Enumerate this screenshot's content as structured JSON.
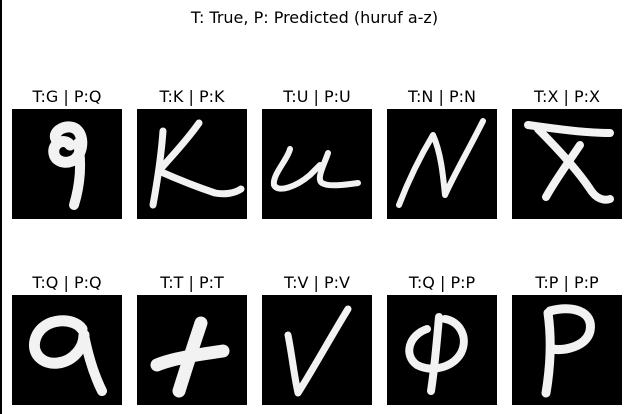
{
  "title": "T: True, P: Predicted (huruf a-z)",
  "samples": [
    {
      "label": "T:G | P:Q",
      "true": "G",
      "pred": "Q",
      "glyph": "G-as-9-icon"
    },
    {
      "label": "T:K | P:K",
      "true": "K",
      "pred": "K",
      "glyph": "K-icon"
    },
    {
      "label": "T:U | P:U",
      "true": "U",
      "pred": "U",
      "glyph": "U-icon"
    },
    {
      "label": "T:N | P:N",
      "true": "N",
      "pred": "N",
      "glyph": "N-icon"
    },
    {
      "label": "T:X | P:X",
      "true": "X",
      "pred": "X",
      "glyph": "X-icon"
    },
    {
      "label": "T:Q | P:Q",
      "true": "Q",
      "pred": "Q",
      "glyph": "Q-icon"
    },
    {
      "label": "T:T | P:T",
      "true": "T",
      "pred": "T",
      "glyph": "T-icon"
    },
    {
      "label": "T:V | P:V",
      "true": "V",
      "pred": "V",
      "glyph": "V-icon"
    },
    {
      "label": "T:Q | P:P",
      "true": "Q",
      "pred": "P",
      "glyph": "Q-icon"
    },
    {
      "label": "T:P | P:P",
      "true": "P",
      "pred": "P",
      "glyph": "P-icon"
    }
  ]
}
